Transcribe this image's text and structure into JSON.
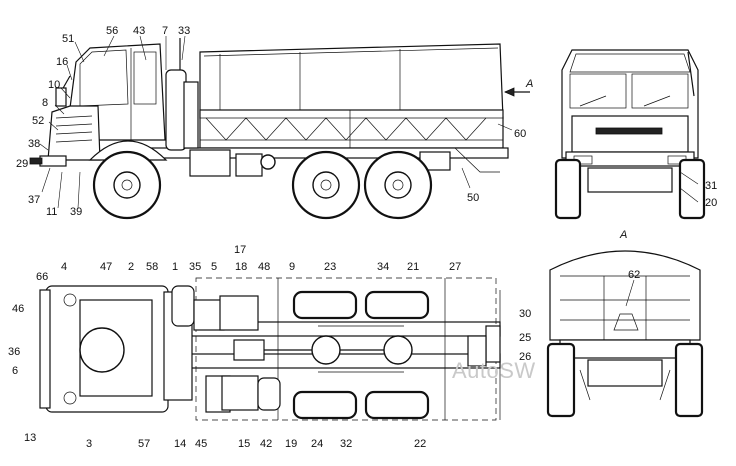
{
  "title": "",
  "view_label": "A",
  "watermark": "AutoSW",
  "side_view_labels": [
    "56",
    "43",
    "7",
    "33",
    "51",
    "16",
    "10",
    "8",
    "52",
    "38",
    "29",
    "37",
    "11",
    "39",
    "60",
    "50"
  ],
  "front_view_labels": [
    "31",
    "20"
  ],
  "top_view_labels": [
    "17",
    "47",
    "2",
    "58",
    "1",
    "35",
    "5",
    "18",
    "48",
    "9",
    "23",
    "34",
    "21",
    "27",
    "4",
    "66",
    "46",
    "36",
    "6",
    "13",
    "3",
    "57",
    "14",
    "45",
    "15",
    "42",
    "19",
    "24",
    "32",
    "22",
    "30",
    "25",
    "26"
  ],
  "rear_view_labels": [
    "62"
  ]
}
